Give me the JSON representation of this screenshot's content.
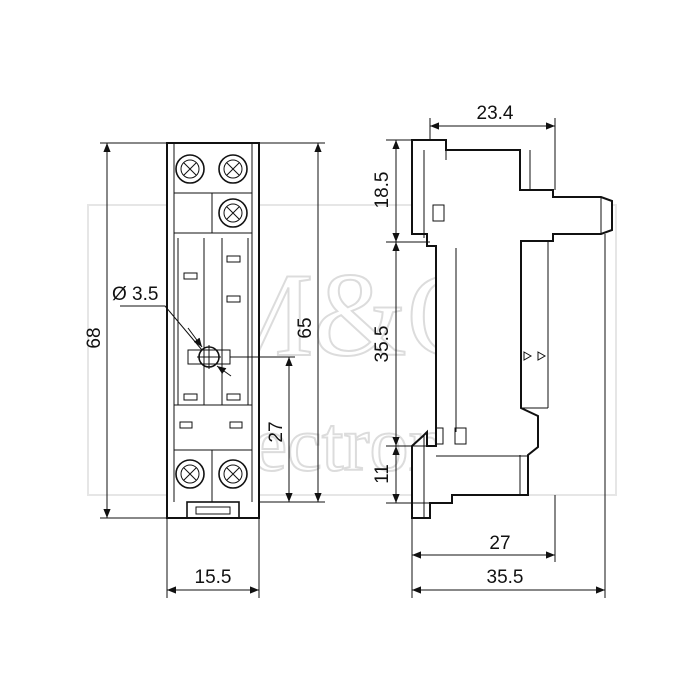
{
  "watermark": {
    "line1": "M&G",
    "line2": "electronic"
  },
  "front_view": {
    "dimensions": {
      "height_total": "68",
      "height_mount": "65",
      "height_hole": "27",
      "width": "15.5",
      "hole_diameter": "Ø 3.5"
    }
  },
  "side_view": {
    "dimensions": {
      "top_width": "23.4",
      "upper_height": "18.5",
      "rail_height": "35.5",
      "lower_height": "11",
      "depth_inner": "27",
      "depth_total": "35.5"
    }
  }
}
